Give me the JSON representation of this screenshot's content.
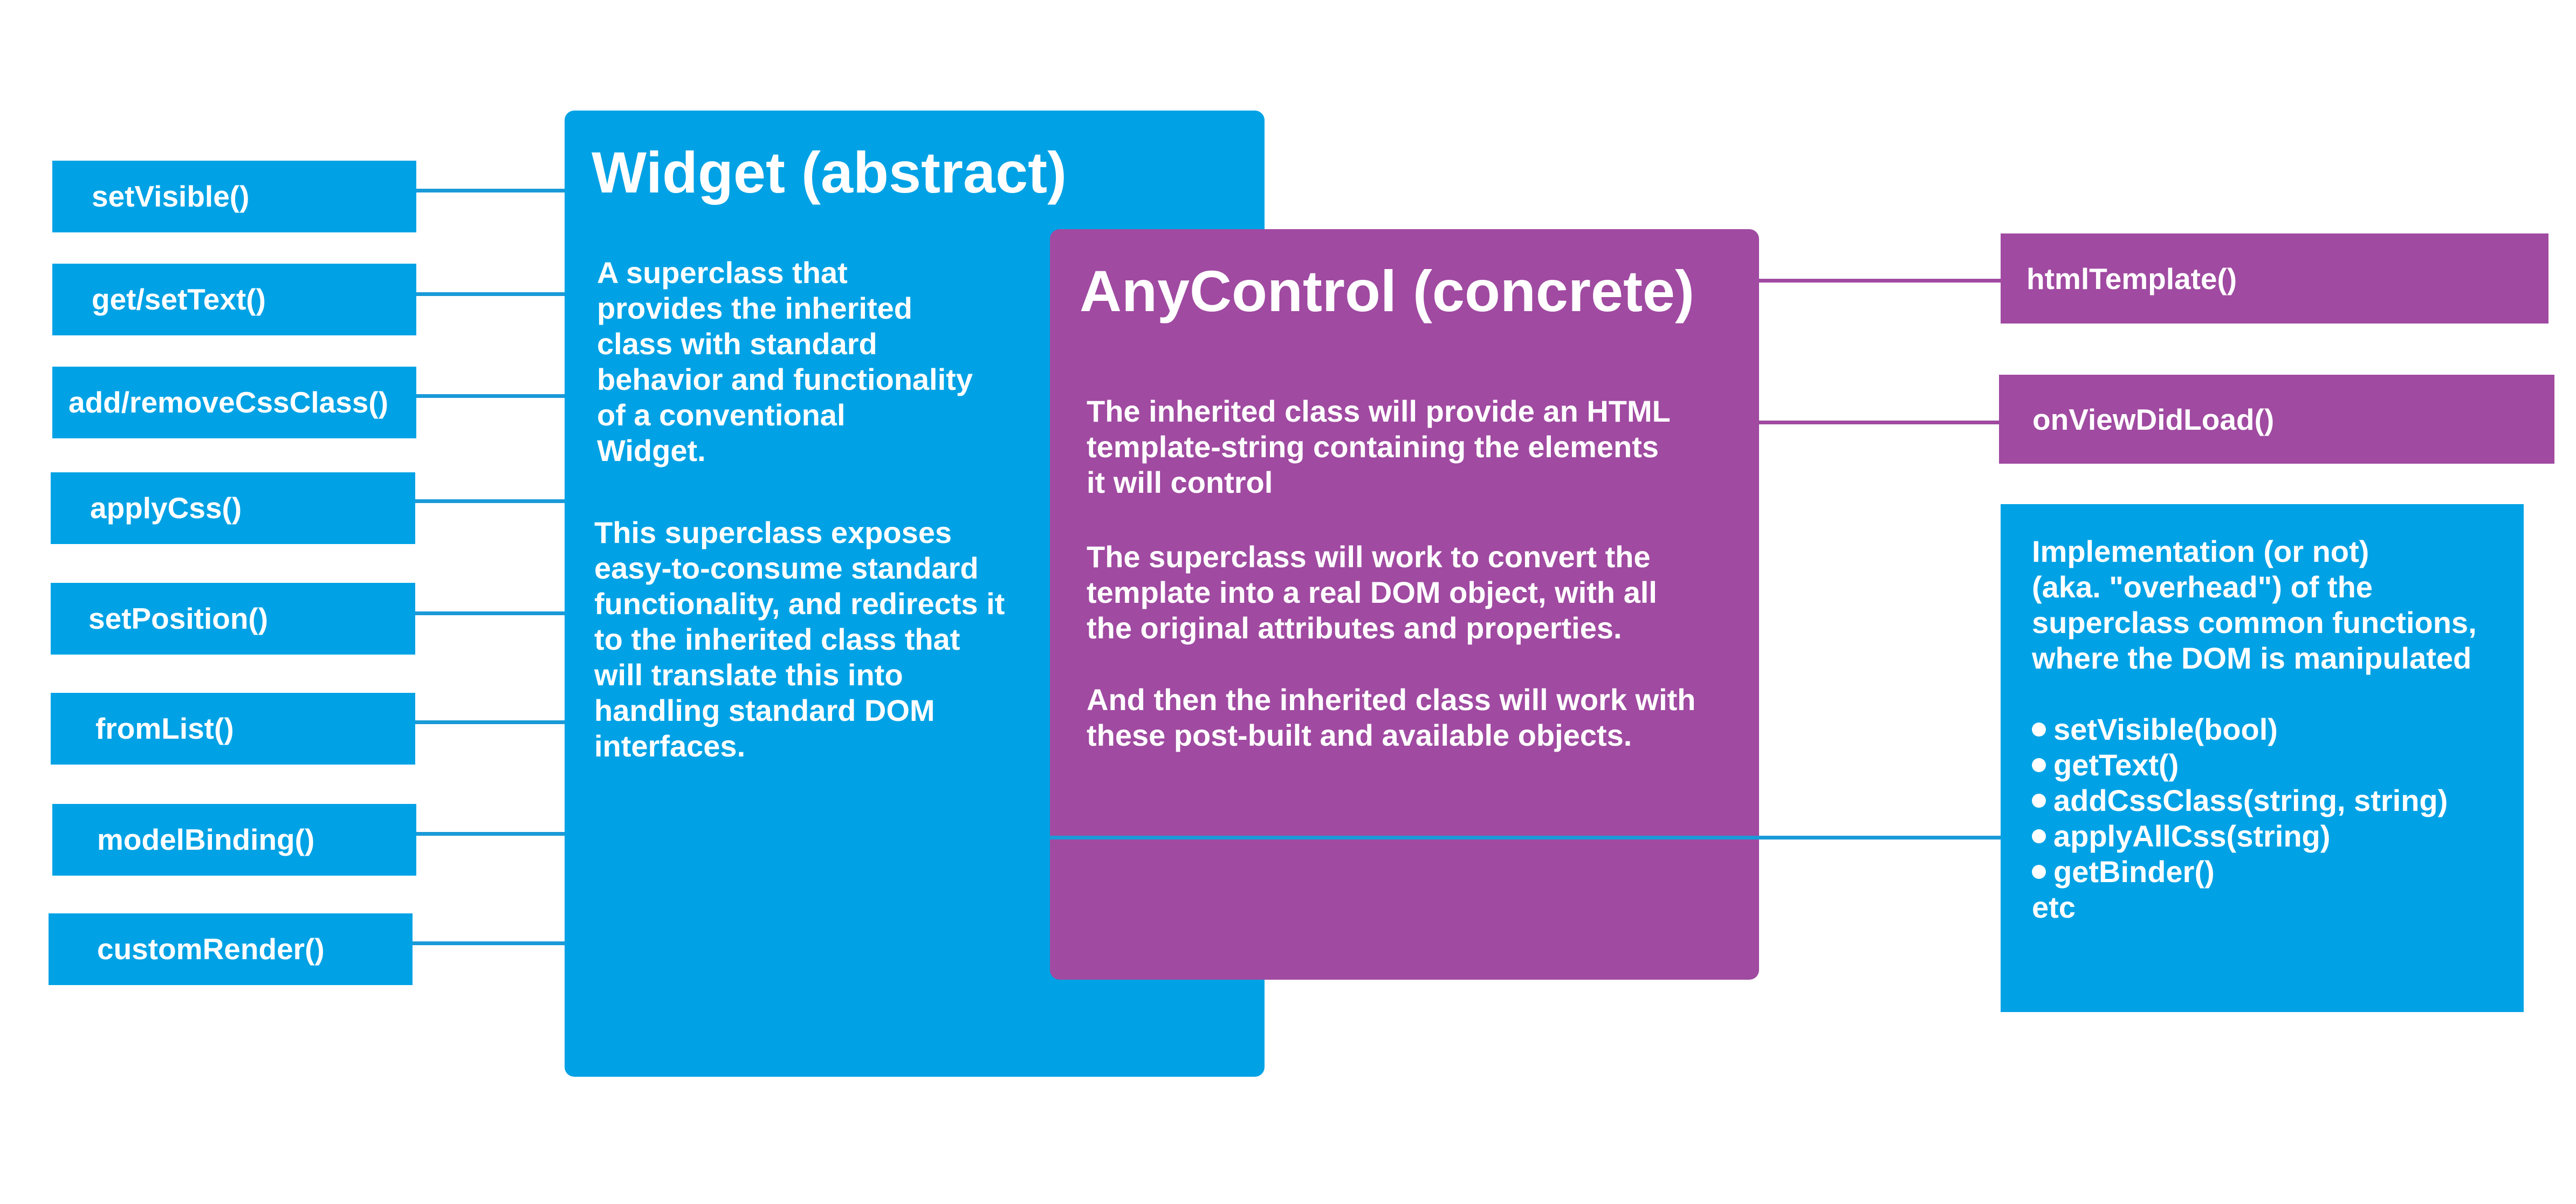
{
  "left_methods": [
    "setVisible()",
    "get/setText()",
    "add/removeCssClass()",
    "applyCss()",
    "setPosition()",
    "fromList()",
    "modelBinding()",
    "customRender()"
  ],
  "widget": {
    "title": "Widget (abstract)",
    "para1": "A superclass that\nprovides the inherited\nclass with standard\nbehavior and functionality\nof a conventional\nWidget.",
    "para2": "This superclass exposes\neasy-to-consume standard\nfunctionality, and redirects it\nto the inherited class that\nwill translate this into\nhandling standard DOM\ninterfaces."
  },
  "anycontrol": {
    "title": "AnyControl (concrete)",
    "para1": "The inherited class will provide an HTML\ntemplate-string containing the elements\nit will control",
    "para2": "The superclass will work to convert the\ntemplate into a real DOM object, with all\nthe original attributes and properties.",
    "para3": "And then the inherited class will work with\nthese post-built and available objects."
  },
  "right_methods": [
    "htmlTemplate()",
    "onViewDidLoad()"
  ],
  "implementation": {
    "intro": "Implementation (or not)\n(aka. \"overhead\") of the\nsuperclass common functions,\nwhere the DOM is manipulated",
    "items": [
      "setVisible(bool)",
      "getText()",
      "addCssClass(string, string)",
      "applyAllCss(string)",
      "getBinder()"
    ],
    "etc": "etc"
  },
  "colors": {
    "blue": "#00a2e5",
    "purple": "#a04aa1",
    "text": "#ffffff"
  }
}
